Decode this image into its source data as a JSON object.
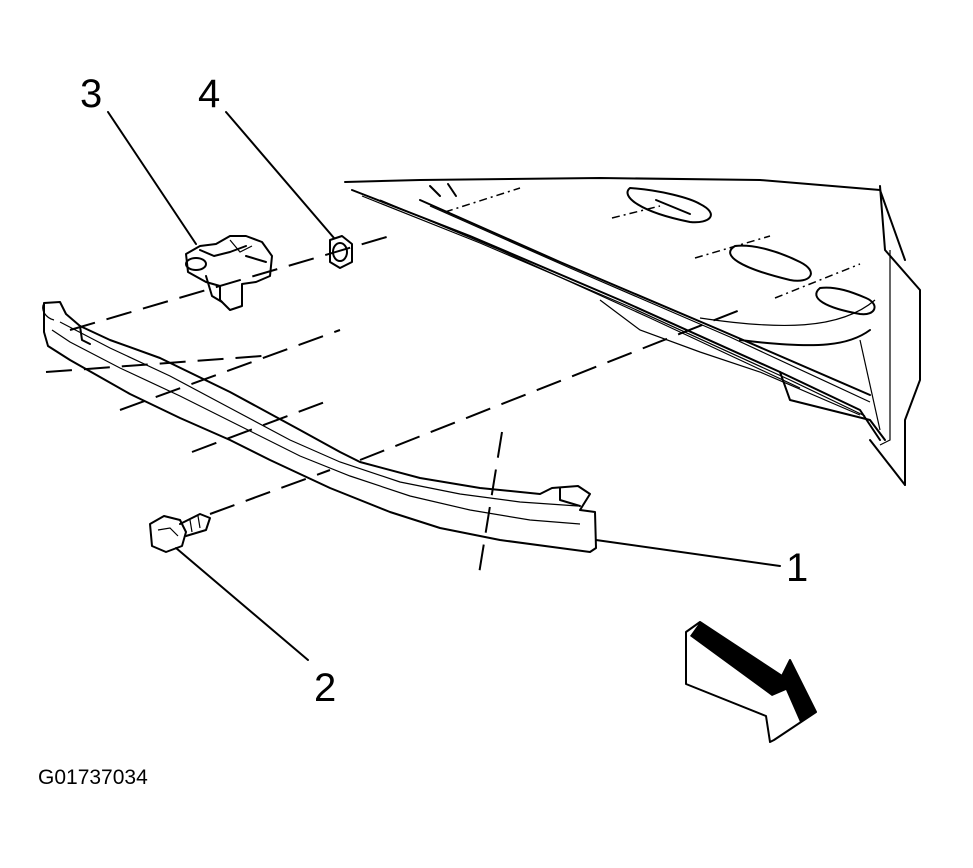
{
  "callouts": {
    "c1": "1",
    "c2": "2",
    "c3": "3",
    "c4": "4"
  },
  "reference_code": "G01737034",
  "icons": {
    "direction_arrow": "front-direction-arrow-icon"
  }
}
